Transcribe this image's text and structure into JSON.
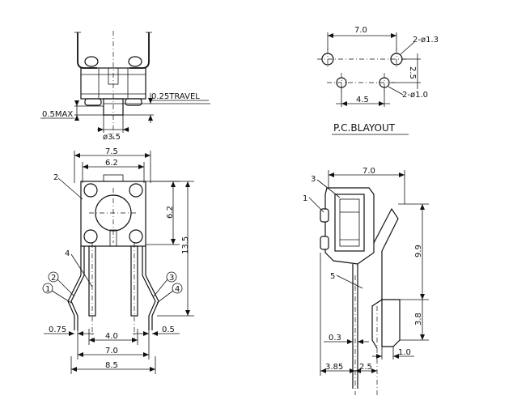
{
  "views": {
    "side_top": {
      "travel": "0.25TRAVEL",
      "max": "0.5MAX",
      "dia": "ø3.5"
    },
    "pcb": {
      "pitch_top": "7.0",
      "holes_top": "2-ø1.3",
      "vert": "2.5",
      "pitch_bottom": "4.5",
      "holes_bottom": "2-ø1.0",
      "title": "P.C.BLAYOUT"
    },
    "front": {
      "w_outer": "7.5",
      "w_inner": "6.2",
      "h_inner": "6.2",
      "h_total": "13.5",
      "callouts": [
        "1",
        "2",
        "3",
        "4"
      ],
      "d_075": "0.75",
      "d_40": "4.0",
      "d_05": "0.5",
      "d_70": "7.0",
      "d_85": "8.5"
    },
    "side_right": {
      "w_top": "7.0",
      "h_99": "9.9",
      "h_38": "3.8",
      "d_03": "0.3",
      "d_10": "1.0",
      "d_385": "3.85",
      "d_25": "2.5",
      "callouts": [
        "1",
        "3",
        "5"
      ]
    }
  }
}
